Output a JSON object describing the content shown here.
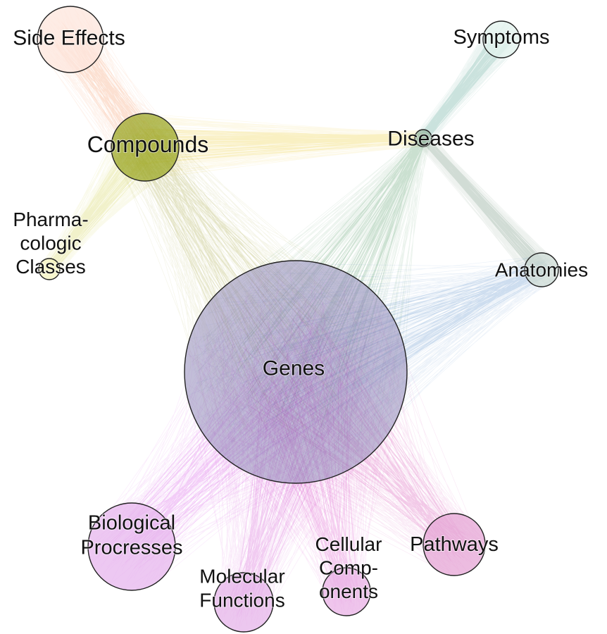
{
  "nodes": [
    {
      "id": "side_effects",
      "lines": [
        "Side Effects"
      ],
      "fill": "#fde6dc"
    },
    {
      "id": "symptoms",
      "lines": [
        "Symptoms"
      ],
      "fill": "#e3f3ee"
    },
    {
      "id": "compounds",
      "lines": [
        "Compounds"
      ],
      "fill": "#9eaa2c"
    },
    {
      "id": "diseases",
      "lines": [
        "Diseases"
      ],
      "fill": "#9fbfae"
    },
    {
      "id": "pharmacologic_classes",
      "lines": [
        "Pharma-",
        "cologic",
        "Classes"
      ],
      "fill": "#f6f4c2"
    },
    {
      "id": "anatomies",
      "lines": [
        "Anatomies"
      ],
      "fill": "#cfdcd5"
    },
    {
      "id": "genes",
      "lines": [
        "Genes"
      ],
      "fill": "#8f88b8"
    },
    {
      "id": "biological_processes",
      "lines": [
        "Biological",
        "Procresses"
      ],
      "fill": "#e7b6ee"
    },
    {
      "id": "molecular_functions",
      "lines": [
        "Molecular",
        "Functions"
      ],
      "fill": "#e6b4ea"
    },
    {
      "id": "cellular_components",
      "lines": [
        "Cellular",
        "Comp-",
        "onents"
      ],
      "fill": "#eab1e6"
    },
    {
      "id": "pathways",
      "lines": [
        "Pathways"
      ],
      "fill": "#e6a6d6"
    }
  ],
  "edges": [
    {
      "source": "side_effects",
      "target": "compounds",
      "color": "#f47a3c"
    },
    {
      "source": "symptoms",
      "target": "diseases",
      "color": "#1f8a72"
    },
    {
      "source": "compounds",
      "target": "diseases",
      "color": "#e6c000"
    },
    {
      "source": "pharmacologic_classes",
      "target": "compounds",
      "color": "#c9c81c"
    },
    {
      "source": "compounds",
      "target": "genes",
      "color": "#8c8f10"
    },
    {
      "source": "compounds",
      "target": "compounds",
      "color": "#8a9a10"
    },
    {
      "source": "diseases",
      "target": "anatomies",
      "color": "#3e6b4e"
    },
    {
      "source": "diseases",
      "target": "genes",
      "color": "#1e7a3a"
    },
    {
      "source": "anatomies",
      "target": "genes",
      "color": "#2a6fb8"
    },
    {
      "source": "genes",
      "target": "genes",
      "color": "#5a4fd0"
    },
    {
      "source": "biological_processes",
      "target": "genes",
      "color": "#cc22dd"
    },
    {
      "source": "molecular_functions",
      "target": "genes",
      "color": "#c81cc6"
    },
    {
      "source": "cellular_components",
      "target": "genes",
      "color": "#d21cb8"
    },
    {
      "source": "pathways",
      "target": "genes",
      "color": "#cc1a9a"
    }
  ]
}
